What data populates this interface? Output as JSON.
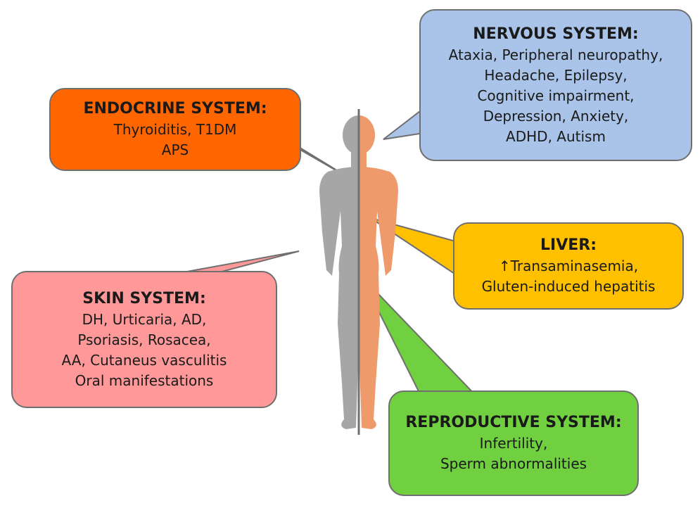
{
  "nervous": {
    "title": "NERVOUS SYSTEM:",
    "lines": [
      "Ataxia, Peripheral neuropathy,",
      "Headache, Epilepsy,",
      "Cognitive impairment,",
      "Depression, Anxiety,",
      "ADHD, Autism"
    ]
  },
  "endocrine": {
    "title": "ENDOCRINE SYSTEM:",
    "lines": [
      "Thyroiditis, T1DM",
      "APS"
    ]
  },
  "liver": {
    "title": "LIVER:",
    "lines": [
      "↑Transaminasemia,",
      "Gluten-induced hepatitis"
    ]
  },
  "skin": {
    "title": "SKIN SYSTEM:",
    "lines": [
      "DH, Urticaria, AD,",
      "Psoriasis, Rosacea,",
      "AA, Cutaneus vasculitis",
      "Oral manifestations"
    ]
  },
  "reproductive": {
    "title": "REPRODUCTIVE SYSTEM:",
    "lines": [
      "Infertility,",
      "Sperm abnormalities"
    ]
  },
  "colors": {
    "nervous": "#a9c4e8",
    "endocrine": "#ff6600",
    "liver": "#ffc000",
    "skin": "#ff9999",
    "reproductive": "#70d040",
    "figure_left": "#a6a6a6",
    "figure_right": "#ee9a6a",
    "divider": "#707070"
  }
}
